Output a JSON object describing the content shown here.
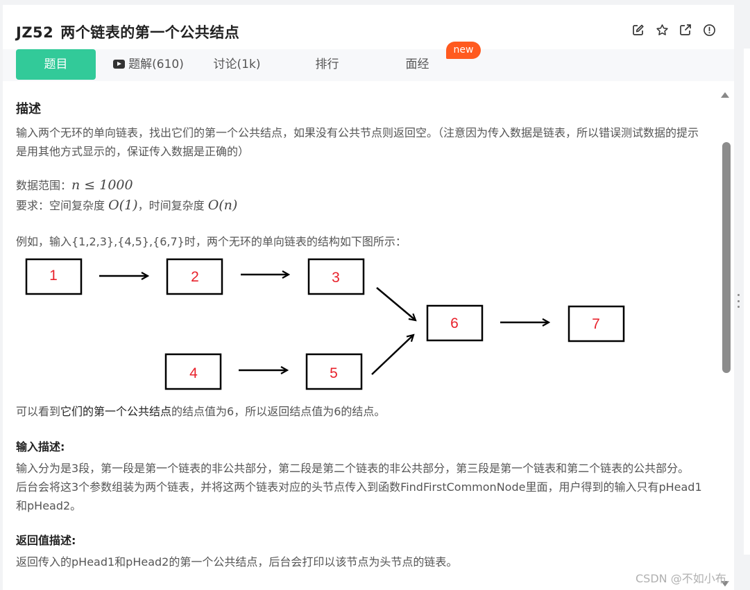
{
  "problem": {
    "title_code": "JZ52",
    "title_text": "两个链表的第一个公共结点"
  },
  "header_actions": [
    {
      "name": "edit-icon"
    },
    {
      "name": "star-icon"
    },
    {
      "name": "external-link-icon"
    },
    {
      "name": "info-icon"
    }
  ],
  "tabs": {
    "problem": "题目",
    "solutions": "题解(610)",
    "discussion": "讨论(1k)",
    "ranking": "排行",
    "interview": "面经",
    "new_badge": "new"
  },
  "description": {
    "heading": "描述",
    "intro": "输入两个无环的单向链表，找出它们的第一个公共结点，如果没有公共节点则返回空。（注意因为传入数据是链表，所以错误测试数据的提示是用其他方式显示的，保证传入数据是正确的）",
    "range_label": "数据范围：",
    "range_math": "n ≤ 1000",
    "req_label": "要求：空间复杂度 ",
    "req_space": "O(1)",
    "req_mid": "，时间复杂度 ",
    "req_time": "O(n)",
    "example": "例如，输入{1,2,3},{4,5},{6,7}时，两个无环的单向链表的结构如下图所示：",
    "result_pre": "可以看到",
    "result_hl": "它们的第一个公共结点",
    "result_post": "的结点值为6，所以返回结点值为6的结点。"
  },
  "diagram": {
    "nodes": [
      "1",
      "2",
      "3",
      "4",
      "5",
      "6",
      "7"
    ],
    "node_color": "#e8212b"
  },
  "input_desc": {
    "heading": "输入描述:",
    "text": "输入分为是3段，第一段是第一个链表的非公共部分，第二段是第二个链表的非公共部分，第三段是第一个链表和第二个链表的公共部分。 后台会将这3个参数组装为两个链表，并将这两个链表对应的头节点传入到函数FindFirstCommonNode里面，用户得到的输入只有pHead1和pHead2。"
  },
  "return_desc": {
    "heading": "返回值描述:",
    "text": "返回传入的pHead1和pHead2的第一个公共结点，后台会打印以该节点为头节点的链表。"
  },
  "watermark": "CSDN @不如小布.",
  "colors": {
    "accent": "#32ca99",
    "badge": "#ff5a1f"
  }
}
